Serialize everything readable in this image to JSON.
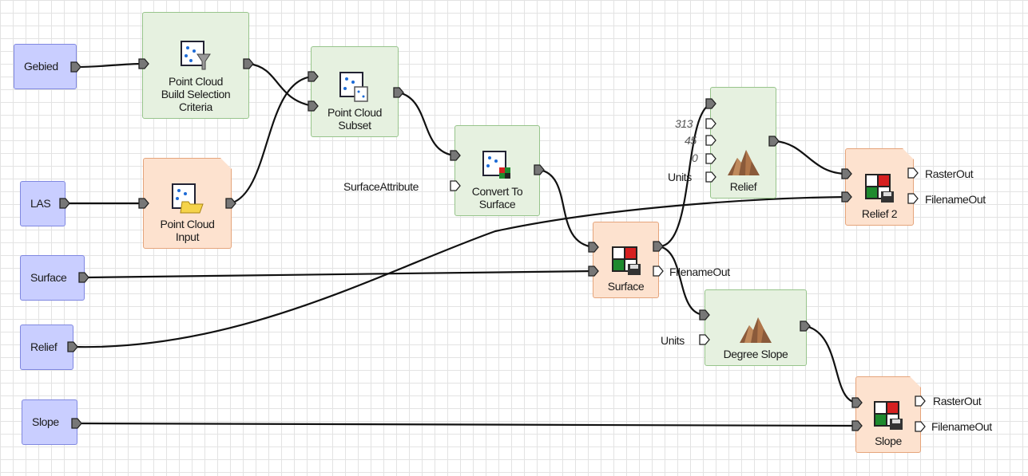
{
  "nodes": {
    "gebied": {
      "label": "Gebied"
    },
    "las": {
      "label": "LAS"
    },
    "surface_in": {
      "label": "Surface"
    },
    "relief_in": {
      "label": "Relief"
    },
    "slope_in": {
      "label": "Slope"
    },
    "pc_build_selection": {
      "label_lines": [
        "Point Cloud",
        "Build Selection",
        "Criteria"
      ],
      "icon": "point-cloud-filter-icon"
    },
    "pc_input": {
      "label_lines": [
        "Point Cloud",
        "Input"
      ],
      "icon": "point-cloud-folder-icon"
    },
    "pc_subset": {
      "label_lines": [
        "Point Cloud",
        "Subset"
      ],
      "icon": "point-cloud-subset-icon"
    },
    "convert_surface": {
      "label_lines": [
        "Convert To",
        "Surface"
      ],
      "icon": "raster-grid-icon"
    },
    "surface_out": {
      "label": "Surface",
      "icon": "raster-save-icon"
    },
    "relief_tool": {
      "label": "Relief",
      "icon": "mountain-icon"
    },
    "relief2": {
      "label": "Relief  2",
      "icon": "raster-save-icon"
    },
    "degree_slope": {
      "label": "Degree Slope",
      "icon": "mountain-icon"
    },
    "slope_out": {
      "label": "Slope",
      "icon": "raster-save-icon"
    }
  },
  "ports": {
    "surface_attribute": "SurfaceAttribute",
    "relief_p1": "313",
    "relief_p2": "45",
    "relief_p3": "0",
    "relief_units": "Units",
    "surface_filename_out": "FilenameOut",
    "relief2_raster_out": "RasterOut",
    "relief2_filename_out": "FilenameOut",
    "slope_units": "Units",
    "slope_raster_out": "RasterOut",
    "slope_filename_out": "FilenameOut"
  },
  "colors": {
    "input_fill": "#c9ceff",
    "tool_fill": "#e6f1e0",
    "data_fill": "#fde2cf",
    "connector": "#111111",
    "port_fill": "#777777"
  }
}
